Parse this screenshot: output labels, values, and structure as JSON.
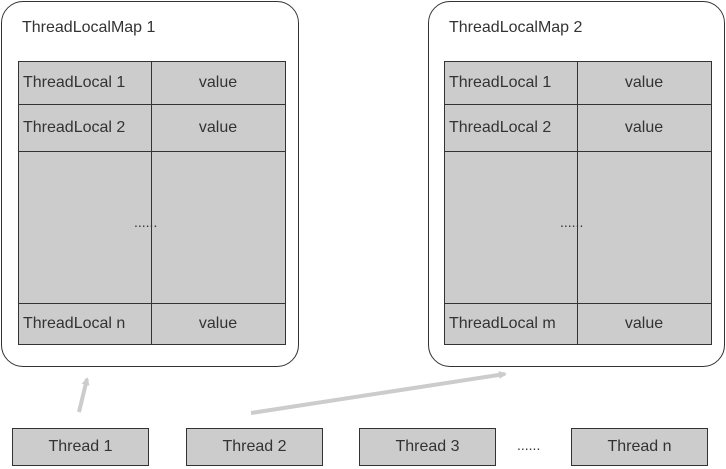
{
  "maps": [
    {
      "title": "ThreadLocalMap 1",
      "entries": [
        {
          "key": "ThreadLocal 1",
          "value": "value"
        },
        {
          "key": "ThreadLocal 2",
          "value": "value"
        }
      ],
      "ellipsis": "......",
      "last_entry": {
        "key": "ThreadLocal n",
        "value": "value"
      }
    },
    {
      "title": "ThreadLocalMap 2",
      "entries": [
        {
          "key": "ThreadLocal 1",
          "value": "value"
        },
        {
          "key": "ThreadLocal 2",
          "value": "value"
        }
      ],
      "ellipsis": "......",
      "last_entry": {
        "key": "ThreadLocal m",
        "value": "value"
      }
    }
  ],
  "threads": [
    "Thread 1",
    "Thread 2",
    "Thread 3",
    "Thread n"
  ],
  "threads_ellipsis": "......",
  "colors": {
    "cell_fill": "#cccccc",
    "border": "#333333",
    "arrow": "#cccccc",
    "text": "#333333"
  }
}
